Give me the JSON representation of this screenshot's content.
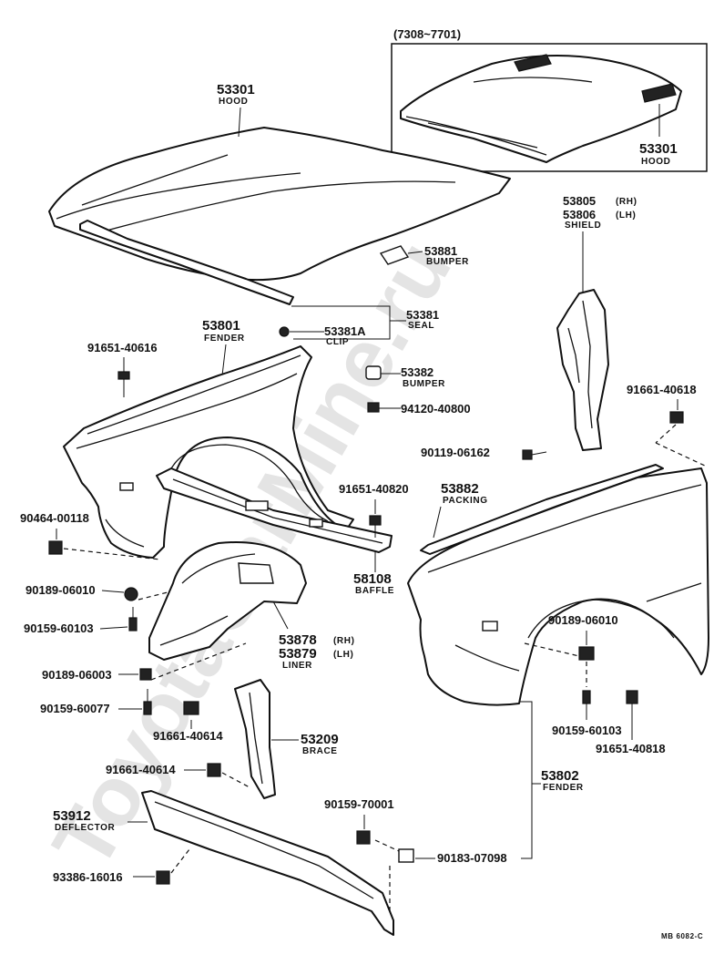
{
  "watermark": "ToyotaCarMine.ru",
  "inset": {
    "title": "(7308~7701)",
    "part_no": "53301",
    "name": "HOOD"
  },
  "labels": {
    "hood_no": "53301",
    "hood_name": "HOOD",
    "bumper53881_no": "53881",
    "bumper53881_name": "BUMPER",
    "seal_no": "53381",
    "seal_name": "SEAL",
    "clip_no": "53381A",
    "clip_name": "CLIP",
    "shield_rh_no": "53805",
    "shield_rh_side": "(RH)",
    "shield_lh_no": "53806",
    "shield_lh_side": "(LH)",
    "shield_name": "SHIELD",
    "fender_l_no": "53801",
    "fender_l_name": "FENDER",
    "bolt_40616": "91651-40616",
    "bumper53382_no": "53382",
    "bumper53382_name": "BUMPER",
    "nut_94120": "94120-40800",
    "bolt_40618": "91661-40618",
    "bolt_06162": "90119-06162",
    "bolt_40820": "91651-40820",
    "packing_no": "53882",
    "packing_name": "PACKING",
    "nut_00118": "90464-00118",
    "nut_06010_l": "90189-06010",
    "baffle_no": "58108",
    "baffle_name": "BAFFLE",
    "screw_60103_l": "90159-60103",
    "liner_rh_no": "53878",
    "liner_rh_side": "(RH)",
    "liner_lh_no": "53879",
    "liner_lh_side": "(LH)",
    "liner_name": "LINER",
    "nut_06010_r": "90189-06010",
    "nut_06003": "90189-06003",
    "screw_60077": "90159-60077",
    "bolt_40614_a": "91661-40614",
    "brace_no": "53209",
    "brace_name": "BRACE",
    "screw_60103_r": "90159-60103",
    "bolt_40818": "91651-40818",
    "bolt_40614_b": "91661-40614",
    "fender_r_no": "53802",
    "fender_r_name": "FENDER",
    "deflector_no": "53912",
    "deflector_name": "DEFLECTOR",
    "screw_70001": "90159-70001",
    "clip_07098": "90183-07098",
    "screw_16016": "93386-16016",
    "doc_code": "MB 6082-C"
  }
}
